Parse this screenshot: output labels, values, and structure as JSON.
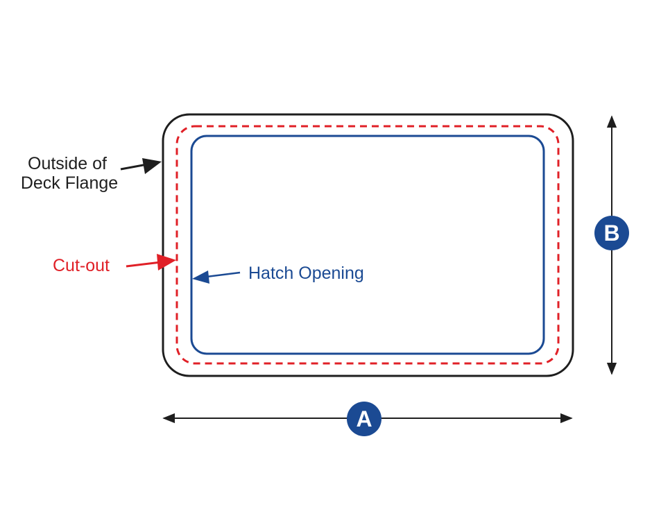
{
  "labels": {
    "outside_line1": "Outside of",
    "outside_line2": "Deck Flange",
    "cutout": "Cut-out",
    "hatch_opening": "Hatch Opening"
  },
  "dimensions": {
    "width_label": "A",
    "height_label": "B"
  },
  "colors": {
    "flange": "#1e1e1e",
    "cutout": "#e02027",
    "hatch": "#1b4a93",
    "badge_fill": "#1b4a93",
    "badge_text": "#ffffff",
    "dimension_line": "#1e1e1e"
  }
}
